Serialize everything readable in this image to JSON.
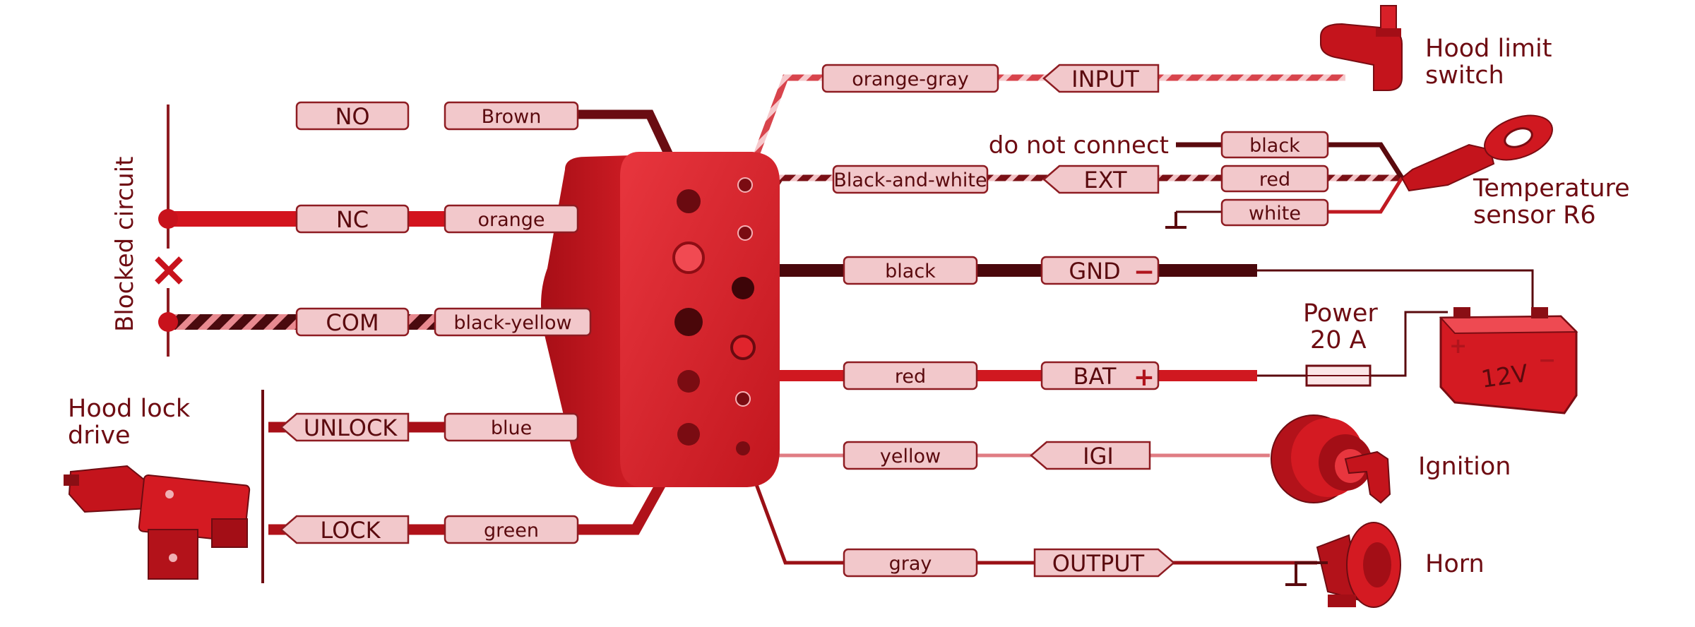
{
  "left_block": {
    "no": {
      "pin": "NO",
      "wire": "Brown"
    },
    "nc": {
      "pin": "NC",
      "wire": "orange"
    },
    "com": {
      "pin": "COM",
      "wire": "black-yellow"
    },
    "unlock": {
      "pin": "UNLOCK",
      "wire": "blue"
    },
    "lock": {
      "pin": "LOCK",
      "wire": "green"
    },
    "blocked_label": "Blocked circuit",
    "hood_lock_line1": "Hood lock",
    "hood_lock_line2": "drive"
  },
  "right_block": {
    "input": {
      "pin": "INPUT",
      "wire": "orange-gray"
    },
    "ext": {
      "pin": "EXT",
      "wire": "Black-and-white"
    },
    "gnd": {
      "pin": "GND",
      "wire": "black",
      "symbol": "−"
    },
    "bat": {
      "pin": "BAT",
      "wire": "red",
      "symbol": "+"
    },
    "igi": {
      "pin": "IGI",
      "wire": "yellow"
    },
    "output": {
      "pin": "OUTPUT",
      "wire": "gray"
    }
  },
  "temp_sensor": {
    "do_not_connect": "do not connect",
    "wires": [
      "black",
      "red",
      "white"
    ],
    "line1": "Temperature",
    "line2": "sensor R6"
  },
  "hood_limit": {
    "line1": "Hood limit",
    "line2": "switch"
  },
  "power": {
    "line1": "Power",
    "line2": "20 A"
  },
  "battery": {
    "label": "12V",
    "plus": "+",
    "minus": "−"
  },
  "ignition": {
    "label": "Ignition"
  },
  "horn": {
    "label": "Horn"
  },
  "colors": {
    "accent": "#c8121c",
    "dark": "#5a0a0e",
    "label_fill": "#f2c8cb"
  }
}
